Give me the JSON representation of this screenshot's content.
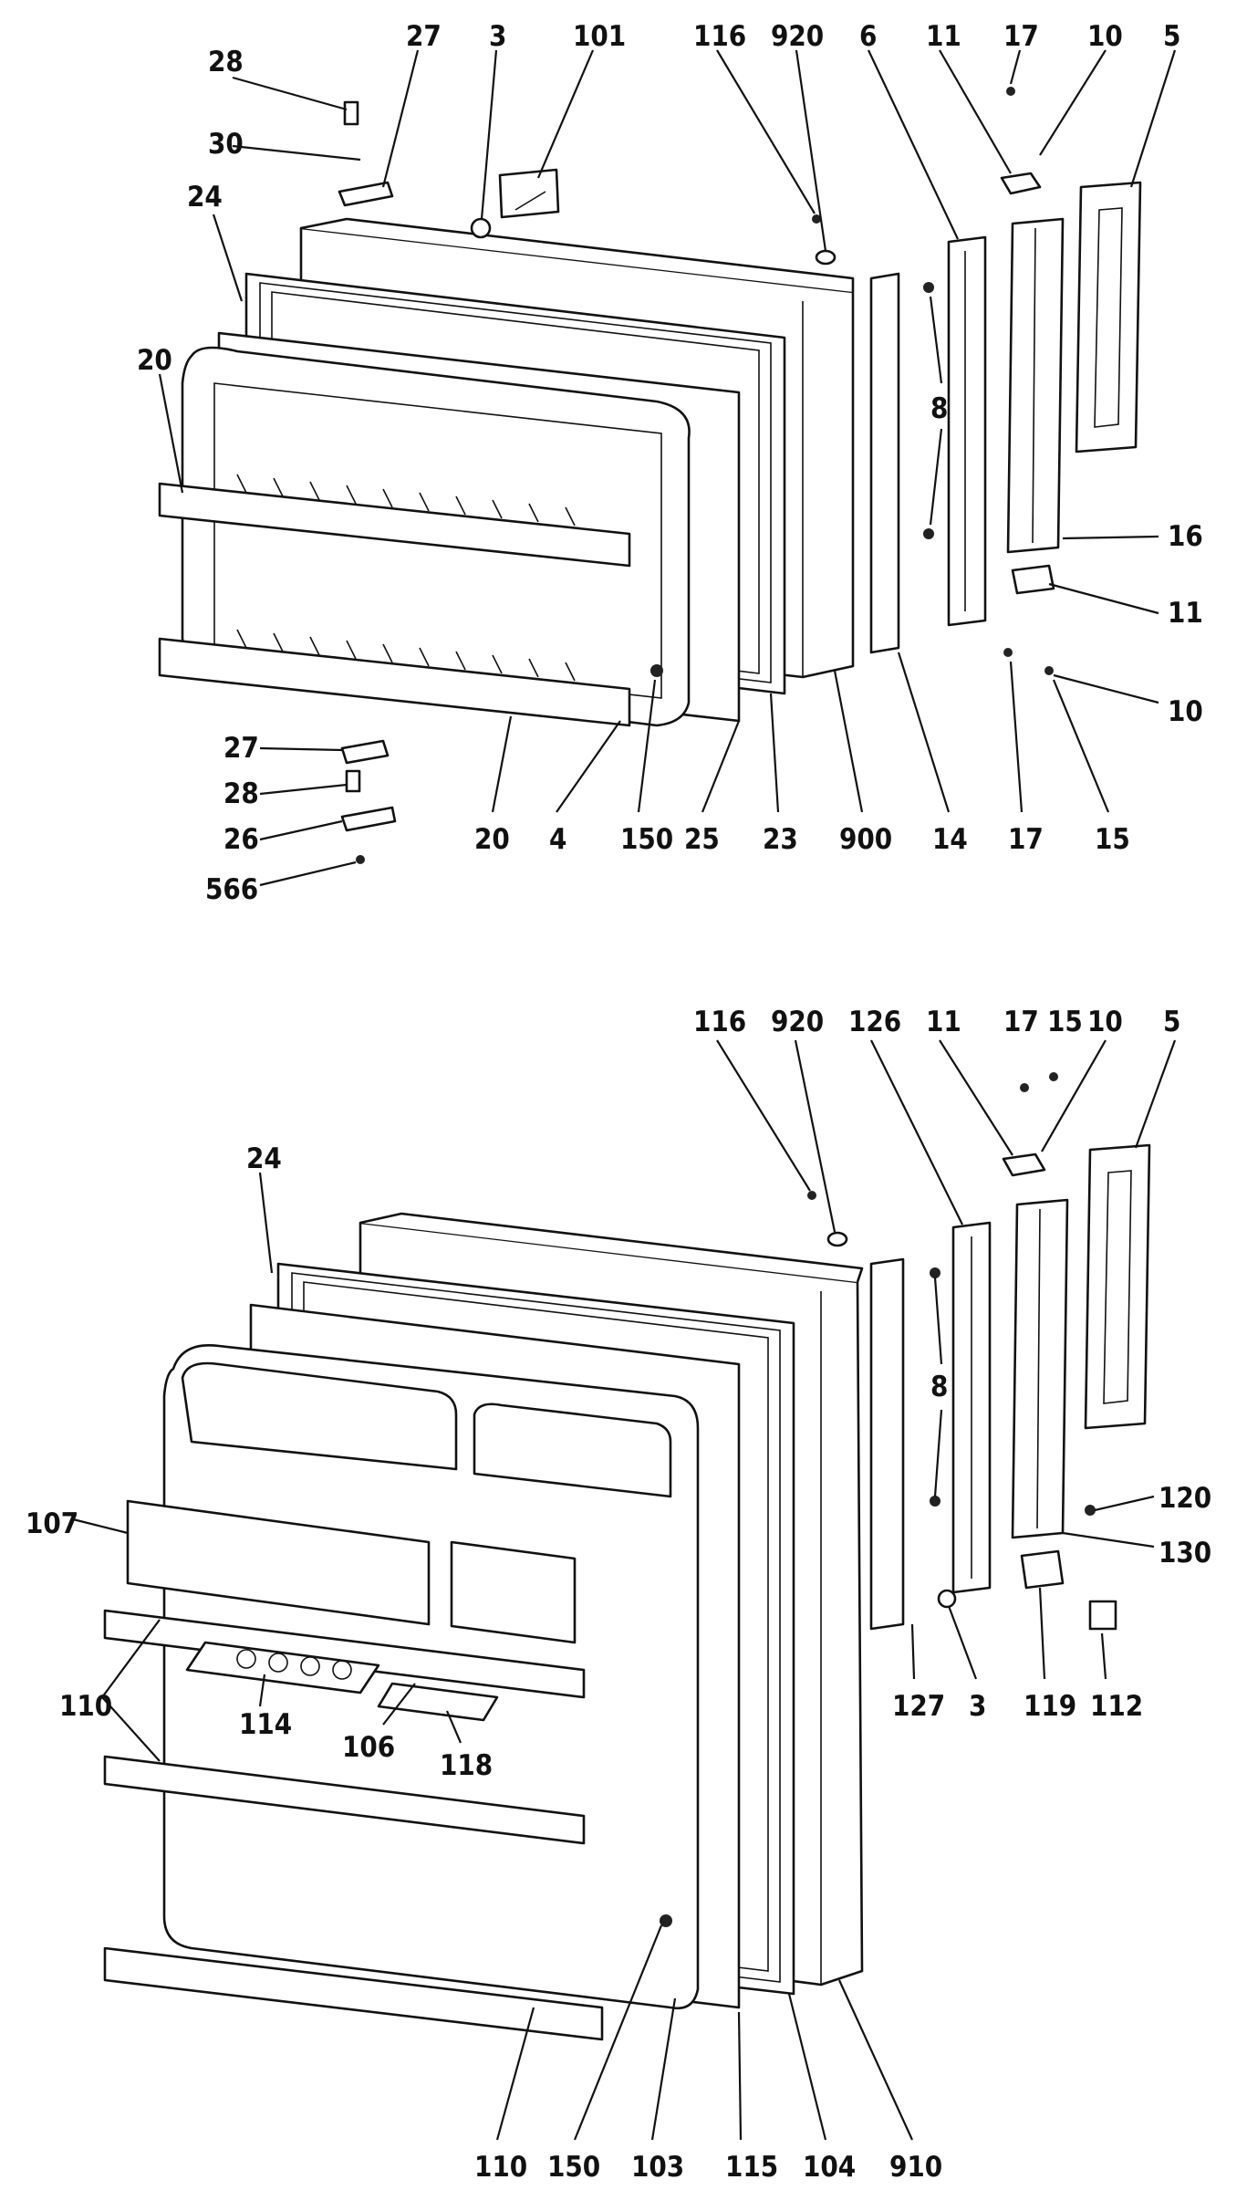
{
  "upper_door_callouts": [
    "28",
    "27",
    "3",
    "101",
    "116",
    "920",
    "6",
    "11",
    "17",
    "10",
    "5",
    "30",
    "24",
    "20",
    "8",
    "16",
    "11",
    "10",
    "27",
    "28",
    "26",
    "566",
    "20",
    "4",
    "150",
    "25",
    "23",
    "900",
    "14",
    "17",
    "15"
  ],
  "lower_door_callouts": [
    "116",
    "920",
    "126",
    "11",
    "17",
    "15",
    "10",
    "5",
    "24",
    "8",
    "120",
    "107",
    "130",
    "110",
    "114",
    "106",
    "118",
    "127",
    "3",
    "119",
    "112",
    "110",
    "150",
    "103",
    "115",
    "104",
    "910"
  ]
}
